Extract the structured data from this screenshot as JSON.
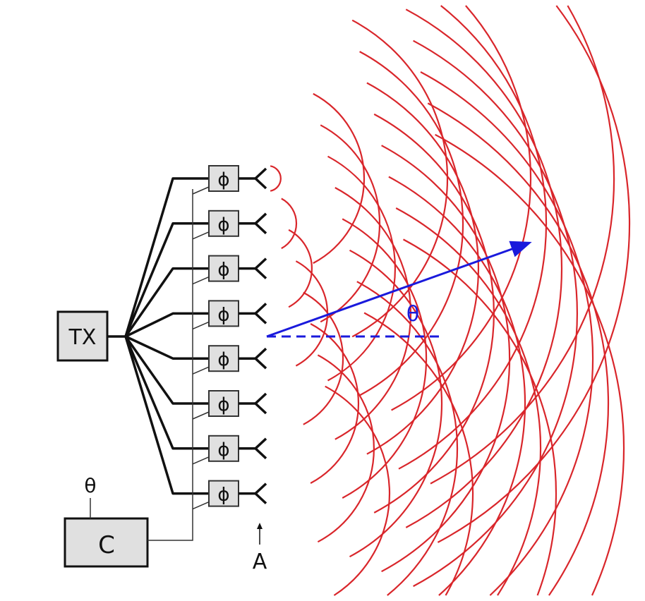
{
  "diagram": {
    "transmitter_label": "TX",
    "controller_label": "C",
    "controller_input_label": "θ",
    "phase_shifter_symbol": "ϕ",
    "phase_shifter_count": 8,
    "antenna_label": "A",
    "beam_angle_label": "θ",
    "colors": {
      "wave": "#d9262b",
      "beam": "#1a1adc",
      "box_fill": "#e0e0e0",
      "line": "#111111"
    }
  }
}
